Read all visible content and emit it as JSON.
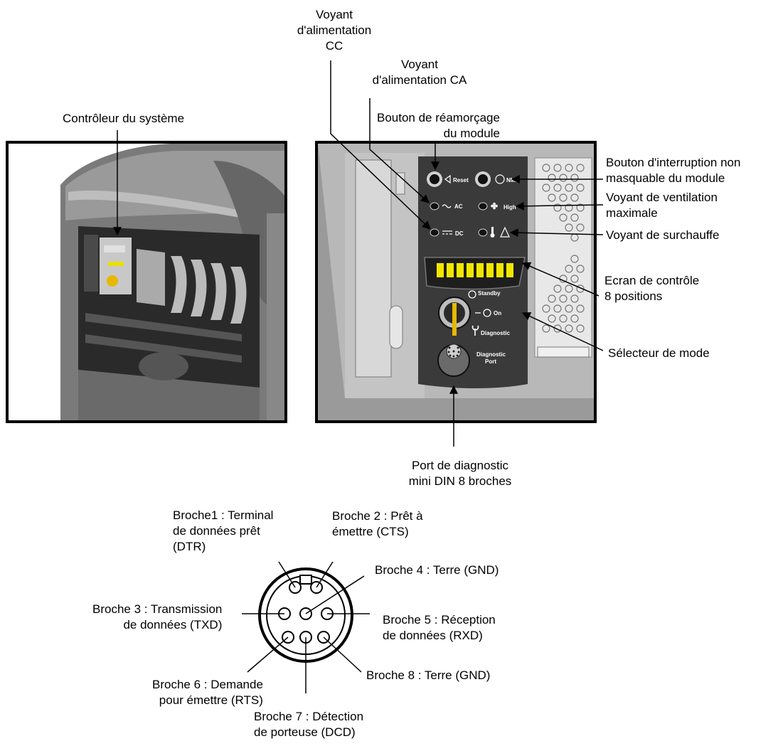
{
  "labels": {
    "dc_led": "Voyant\nd'alimentation\nCC",
    "ac_led": "Voyant\nd'alimentation CA",
    "reset_button": "Bouton de réamorçage\ndu module",
    "system_controller": "Contrôleur du système",
    "nmi_button": "Bouton d'interruption non\nmasquable du module",
    "fan_led": "Voyant de ventilation\nmaximale",
    "overheat_led": "Voyant de surchauffe",
    "display": "Ecran de contrôle\n8 positions",
    "mode_selector": "Sélecteur de mode",
    "diag_port": "Port de diagnostic\nmini DIN 8 broches"
  },
  "panel_text": {
    "reset": "Reset",
    "nmi": "NMI",
    "ac": "AC",
    "dc": "DC",
    "high": "High",
    "standby": "Standby",
    "on": "On",
    "diagnostic": "Diagnostic",
    "diag_port_1": "Diagnostic",
    "diag_port_2": "Port"
  },
  "pins": {
    "pin1": "Broche1 : Terminal\nde données prêt\n(DTR)",
    "pin2": "Broche 2 : Prêt à\némettre (CTS)",
    "pin4": "Broche 4 : Terre (GND)",
    "pin3": "Broche 3 : Transmission\nde données (TXD)",
    "pin5": "Broche 5 : Réception\nde données (RXD)",
    "pin6": "Broche 6 : Demande\npour émettre (RTS)",
    "pin8": "Broche 8 : Terre (GND)",
    "pin7": "Broche 7 : Détection\nde porteuse (DCD)"
  },
  "colors": {
    "panel_dark": "#3a3a3a",
    "chassis_gray": "#8a8a8a",
    "display_segment": "#f2e600",
    "key_yellow": "#e8b800"
  }
}
